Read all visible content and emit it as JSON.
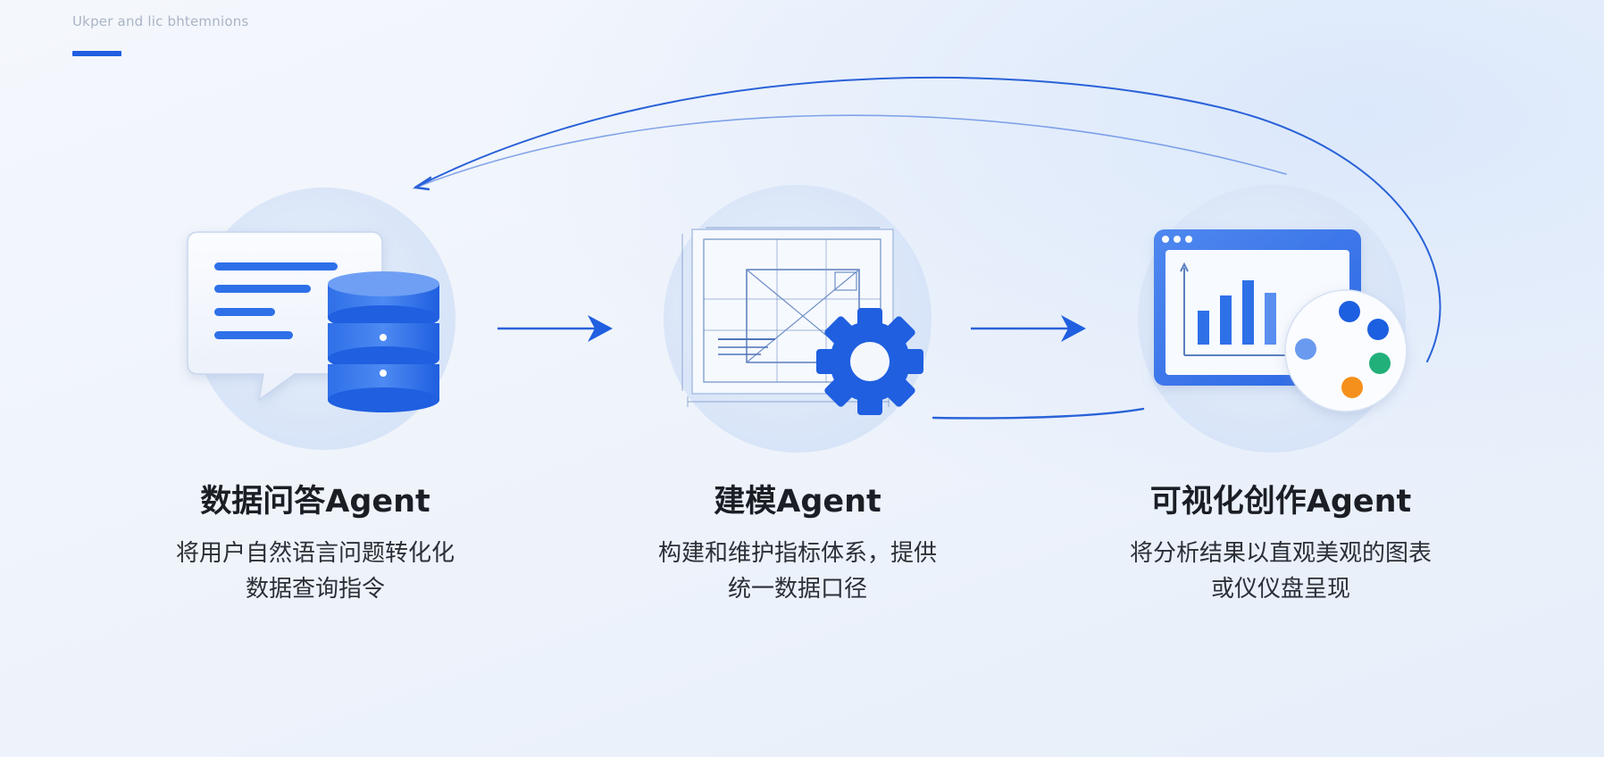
{
  "header": {
    "label": "Ukper and lic bhtemnions"
  },
  "agents": [
    {
      "title": "数据问答Agent",
      "description_lines": [
        "将用户自然语言问题转化化",
        "数据查询指令"
      ]
    },
    {
      "title": "建模Agent",
      "description_lines": [
        "构建和维护指标体系，提供",
        "统一数据口径"
      ]
    },
    {
      "title": "可视化创作Agent",
      "description_lines": [
        "将分析结果以直观美观的图表",
        "或仪仪盘呈现"
      ]
    }
  ],
  "colors": {
    "primary_blue": "#1f5fe0",
    "light_blue": "#5a8ff0",
    "circle_bg": "#dde8f8",
    "green": "#22b07a",
    "orange": "#f5901e"
  },
  "icons": [
    "chat-bubble-icon",
    "database-icon",
    "blueprint-icon",
    "gear-icon",
    "browser-chart-icon",
    "palette-icon"
  ]
}
